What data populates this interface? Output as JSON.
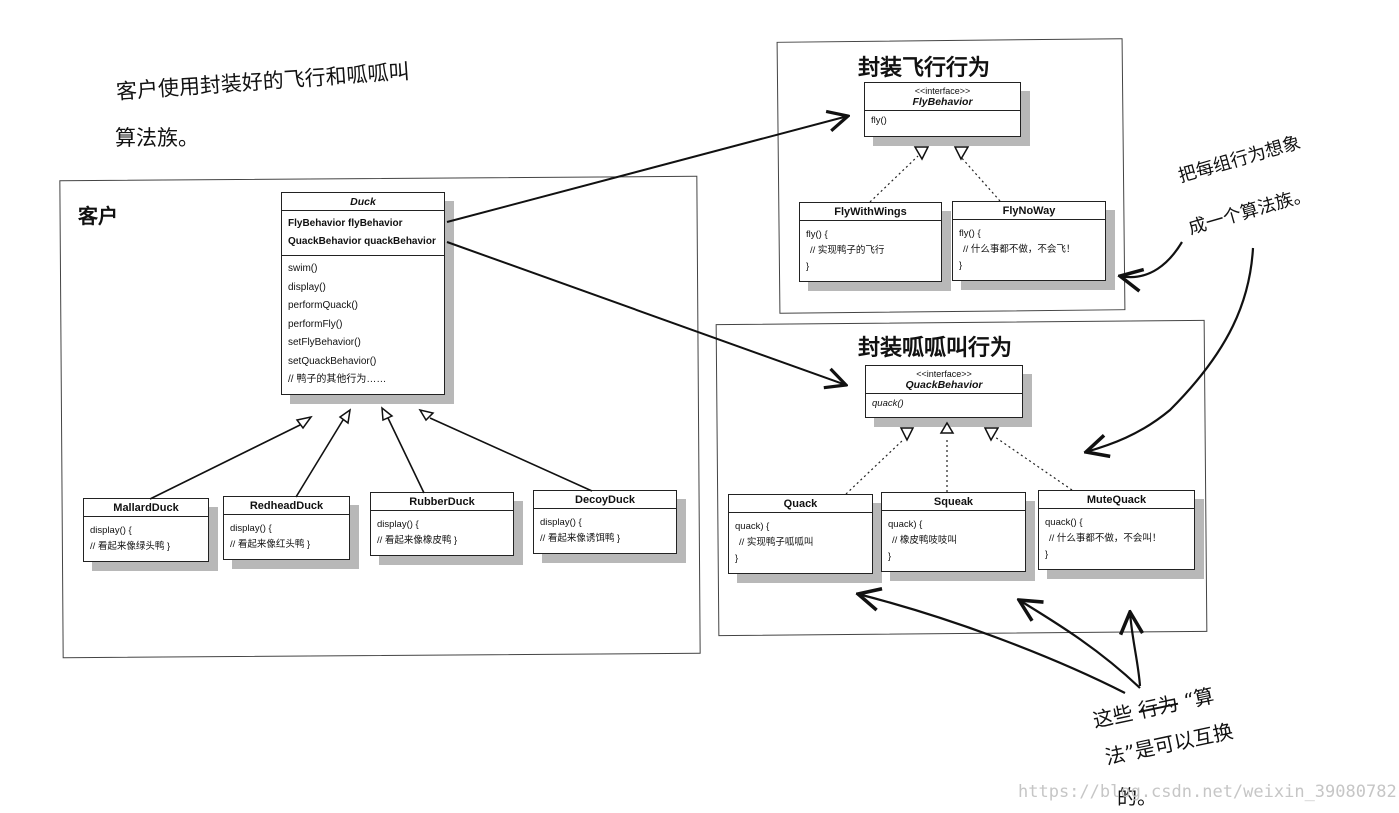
{
  "notes": {
    "top_left_1": "客户使用封装好的飞行和呱呱叫",
    "top_left_2": "算法族。",
    "right_1": "把每组行为想象",
    "right_2": "成一个算法族。",
    "bottom_1": "这些",
    "bottom_strike": "行为",
    "bottom_2": "“算",
    "bottom_3": "法”是可以互换",
    "bottom_4": "的。"
  },
  "client": {
    "title": "客户",
    "duck": {
      "name": "Duck",
      "fields": [
        "FlyBehavior flyBehavior",
        "QuackBehavior quackBehavior"
      ],
      "methods": [
        "swim()",
        "display()",
        "performQuack()",
        "performFly()",
        "setFlyBehavior()",
        "setQuackBehavior()",
        "// 鸭子的其他行为……"
      ]
    },
    "subclasses": [
      {
        "name": "MallardDuck",
        "lines": [
          "display() {",
          "// 看起来像绿头鸭 }"
        ]
      },
      {
        "name": "RedheadDuck",
        "lines": [
          "display() {",
          "// 看起来像红头鸭 }"
        ]
      },
      {
        "name": "RubberDuck",
        "lines": [
          "display() {",
          "// 看起来像橡皮鸭 }"
        ]
      },
      {
        "name": "DecoyDuck",
        "lines": [
          "display() {",
          "// 看起来像诱饵鸭 }"
        ]
      }
    ]
  },
  "fly": {
    "title": "封装飞行行为",
    "interface": {
      "stereotype": "<<interface>>",
      "name": "FlyBehavior",
      "method": "fly()"
    },
    "impls": [
      {
        "name": "FlyWithWings",
        "lines": [
          "fly() {",
          "// 实现鸭子的飞行",
          "}"
        ]
      },
      {
        "name": "FlyNoWay",
        "lines": [
          "fly() {",
          "// 什么事都不做，不会飞！",
          "}"
        ]
      }
    ]
  },
  "quack": {
    "title": "封装呱呱叫行为",
    "interface": {
      "stereotype": "<<interface>>",
      "name": "QuackBehavior",
      "method": "quack()"
    },
    "impls": [
      {
        "name": "Quack",
        "lines": [
          "quack) {",
          "// 实现鸭子呱呱叫",
          "}"
        ]
      },
      {
        "name": "Squeak",
        "lines": [
          "quack) {",
          "// 橡皮鸭吱吱叫",
          "}"
        ]
      },
      {
        "name": "MuteQuack",
        "lines": [
          "quack() {",
          "// 什么事都不做，不会叫！",
          "}"
        ]
      }
    ]
  },
  "watermark": "https://blog.csdn.net/weixin_39080782"
}
